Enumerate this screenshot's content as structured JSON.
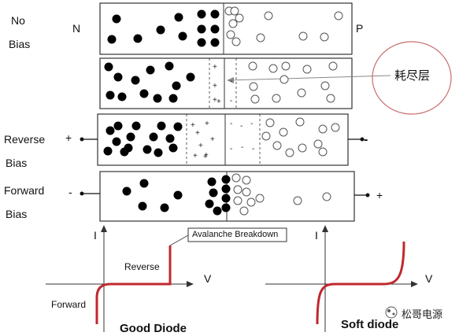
{
  "rows": [
    {
      "label_line1": "No",
      "label_line2": "Bias",
      "left_terminal": "N",
      "right_terminal": "P",
      "left_sign": "",
      "right_sign": ""
    },
    {
      "label_line1": "",
      "label_line2": "",
      "left_terminal": "",
      "right_terminal": "",
      "left_sign": "",
      "right_sign": ""
    },
    {
      "label_line1": "Reverse",
      "label_line2": "Bias",
      "left_terminal": "",
      "right_terminal": "",
      "left_sign": "+",
      "right_sign": "-"
    },
    {
      "label_line1": "Forward",
      "label_line2": "Bias",
      "left_terminal": "",
      "right_terminal": "",
      "left_sign": "-",
      "right_sign": "+"
    }
  ],
  "callout": {
    "text": "耗尽层"
  },
  "graphs": {
    "left": {
      "y_axis": "I",
      "x_axis": "V",
      "reverse_label": "Reverse",
      "forward_label": "Forward",
      "caption": "Good Diode",
      "annotation": "Avalanche Breakdown"
    },
    "right": {
      "y_axis": "I",
      "x_axis": "V",
      "caption": "Soft diode"
    }
  },
  "watermark": {
    "text": "松哥电源"
  },
  "colors": {
    "curve": "#c0282d",
    "dot": "#000000",
    "box": "#333333",
    "callout": "#c86c6c"
  }
}
